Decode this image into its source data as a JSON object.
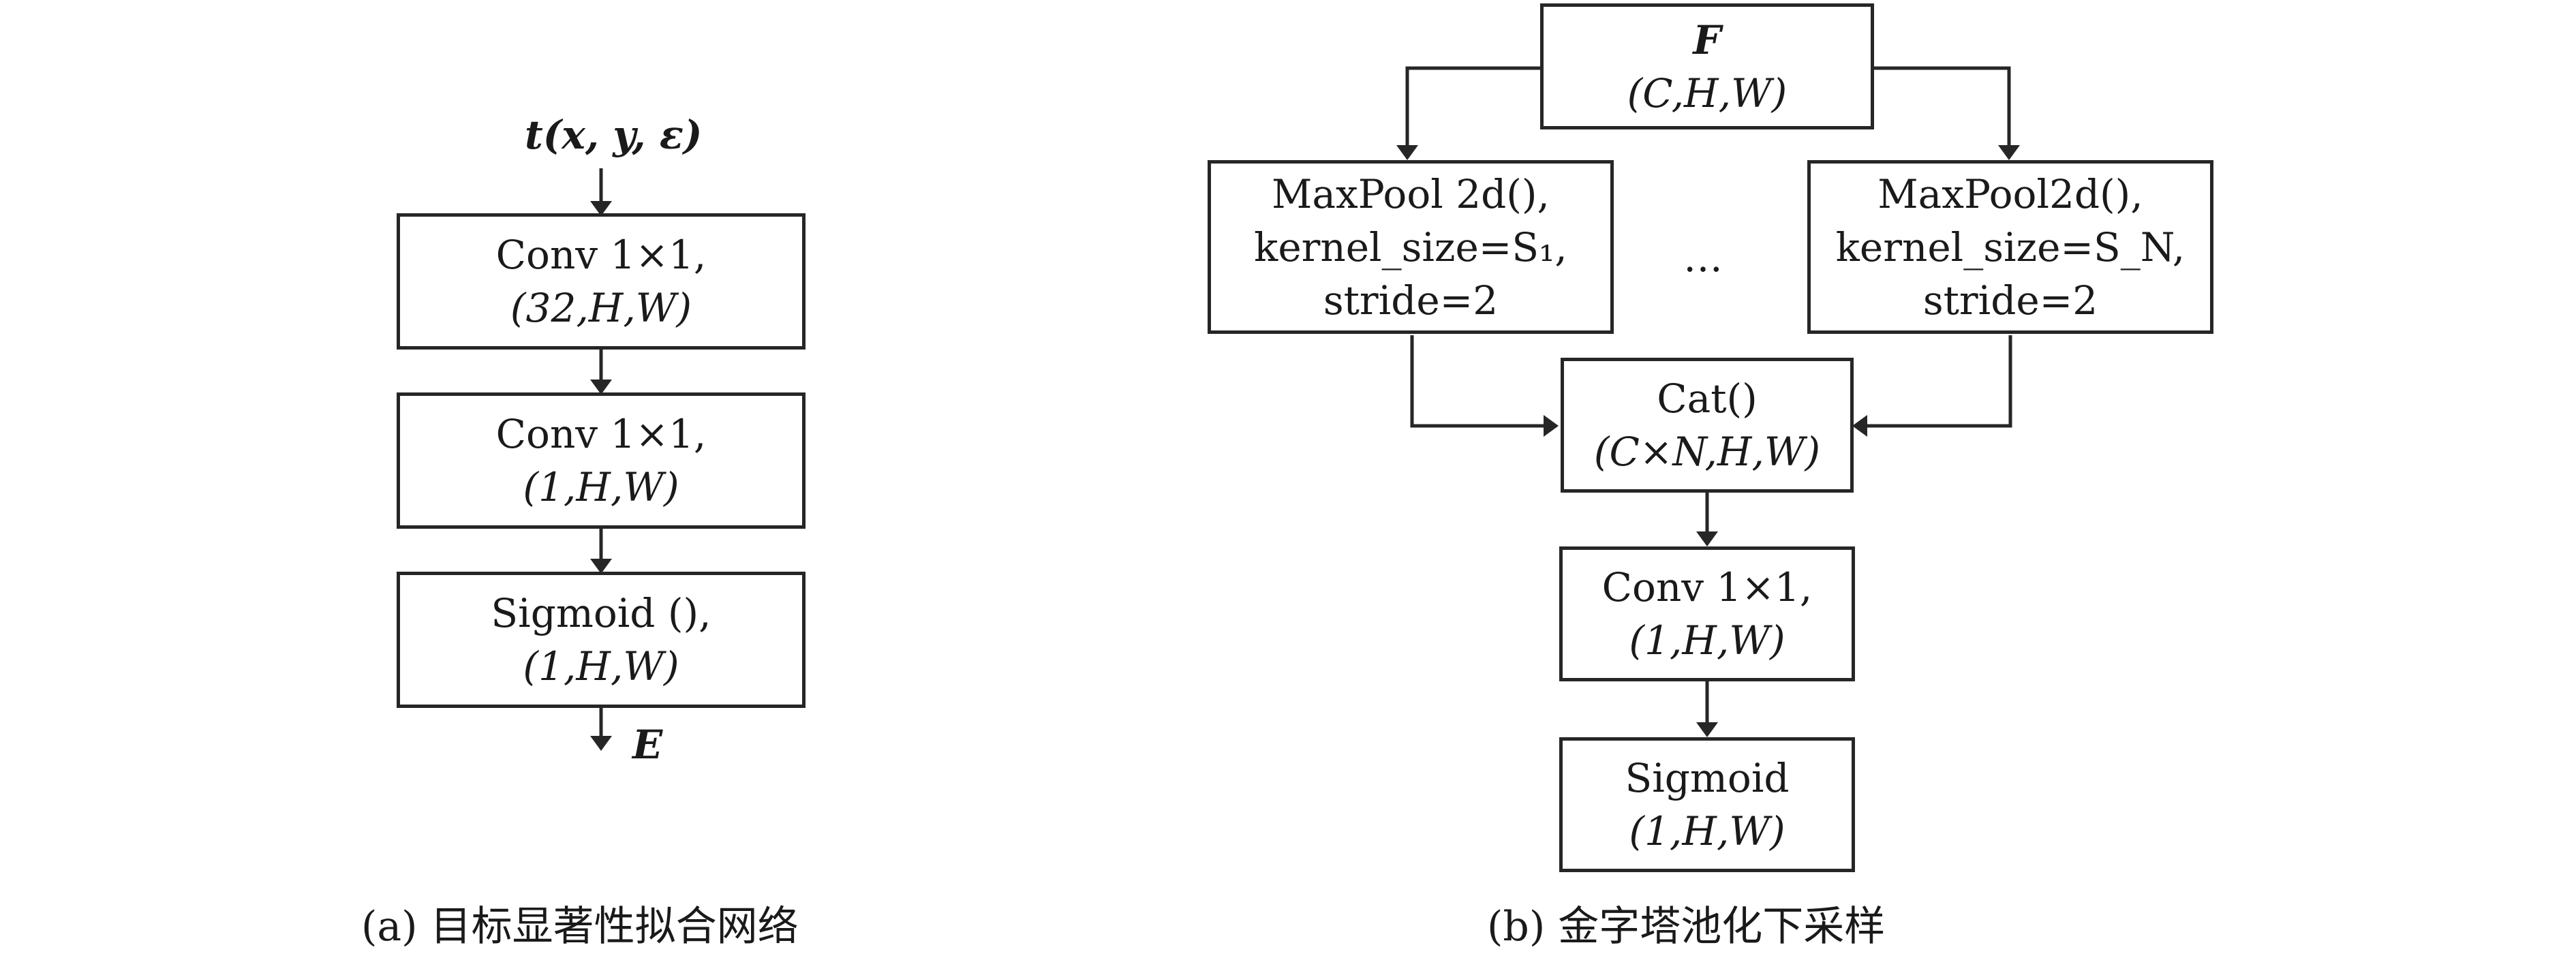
{
  "panel_a": {
    "input_label": "t(x, y, ε)",
    "blocks": [
      {
        "line1": "Conv 1×1,",
        "line2": "(32,H,W)"
      },
      {
        "line1": "Conv 1×1,",
        "line2": "(1,H,W)"
      },
      {
        "line1": "Sigmoid (),",
        "line2": "(1,H,W)"
      }
    ],
    "output_label": "E",
    "caption": "(a) 目标显著性拟合网络"
  },
  "panel_b": {
    "input_block": {
      "line1": "F",
      "line2": "(C,H,W)"
    },
    "pool_left": {
      "line1": "MaxPool 2d(),",
      "line2": "kernel_size=S₁,",
      "line3": "stride=2"
    },
    "pool_right": {
      "line1": "MaxPool2d(),",
      "line2": "kernel_size=S_N,",
      "line3": "stride=2"
    },
    "ellipsis": "…",
    "cat_block": {
      "line1": "Cat()",
      "line2": "(C×N,H,W)"
    },
    "conv_block": {
      "line1": "Conv 1×1,",
      "line2": "(1,H,W)"
    },
    "sigmoid_block": {
      "line1": "Sigmoid",
      "line2": "(1,H,W)"
    },
    "caption": "(b) 金字塔池化下采样"
  },
  "colors": {
    "stroke": "#262626",
    "text": "#1a1a1a",
    "background": "#ffffff"
  }
}
